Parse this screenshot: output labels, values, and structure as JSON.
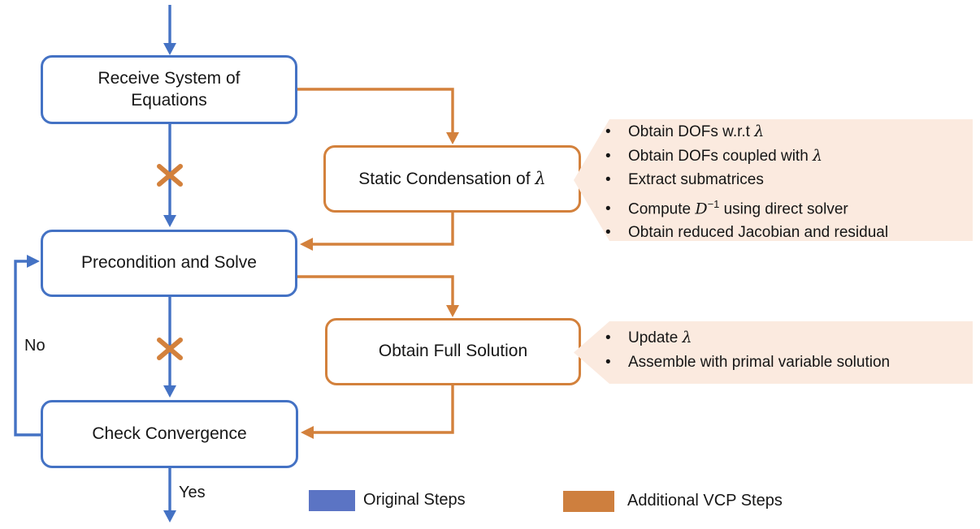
{
  "colors": {
    "blue": "#4472C4",
    "orange": "#D3813C",
    "legend_blue": "#5B74C4",
    "legend_orange": "#CE7F3E",
    "callout_bg": "#FBEADF",
    "text": "#151515"
  },
  "bullet_char": "•",
  "flow": {
    "boxes": {
      "receive": {
        "label": "Receive System of Equations"
      },
      "static_condensation": {
        "label_segments": [
          {
            "t": "Static Condensation of "
          },
          {
            "t": "λ",
            "math": true
          }
        ]
      },
      "precondition": {
        "label": "Precondition and Solve"
      },
      "obtain_full_solution": {
        "label": "Obtain Full Solution"
      },
      "check_convergence": {
        "label": "Check Convergence"
      }
    },
    "edge_labels": {
      "no": "No",
      "yes": "Yes"
    }
  },
  "callouts": {
    "static_condensation_details": {
      "items": [
        [
          {
            "t": "Obtain DOFs w.r.t "
          },
          {
            "t": "λ",
            "math": true
          }
        ],
        [
          {
            "t": "Obtain DOFs coupled with "
          },
          {
            "t": "λ",
            "math": true
          }
        ],
        [
          {
            "t": "Extract submatrices"
          }
        ],
        [
          {
            "t": "Compute "
          },
          {
            "t": "D",
            "math": true
          },
          {
            "t": "−1",
            "sup": true
          },
          {
            "t": " using direct solver"
          }
        ],
        [
          {
            "t": "Obtain reduced Jacobian and residual"
          }
        ]
      ]
    },
    "full_solution_details": {
      "items": [
        [
          {
            "t": "Update "
          },
          {
            "t": "λ",
            "math": true
          }
        ],
        [
          {
            "t": "Assemble with primal variable solution"
          }
        ]
      ]
    }
  },
  "legend": {
    "original": {
      "label": "Original Steps"
    },
    "vcp": {
      "label": "Additional VCP Steps"
    }
  }
}
